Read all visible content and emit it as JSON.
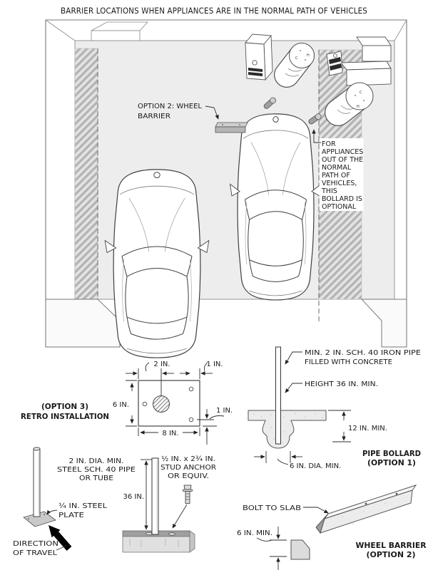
{
  "title": "BARRIER LOCATIONS WHEN APPLIANCES ARE IN THE NORMAL PATH OF VEHICLES",
  "plan": {
    "wheel_barrier_label": [
      "OPTION 2: WHEEL",
      "BARRIER"
    ],
    "bollard_note": [
      "FOR",
      "APPLIANCES",
      "OUT OF THE",
      "NORMAL",
      "PATH OF",
      "VEHICLES,",
      "THIS",
      "BOLLARD IS",
      "OPTIONAL"
    ],
    "water_heater_marks": {
      "c": "C",
      "h": "H"
    }
  },
  "option3_detail": {
    "label": [
      "(OPTION 3)",
      "RETRO INSTALLATION"
    ],
    "dim_top": "2 IN.",
    "dim_top_right": "1 IN.",
    "dim_left": "6 IN.",
    "dim_right": "1 IN.",
    "dim_bottom": "8 IN."
  },
  "option1_detail": {
    "pipe_note": [
      "MIN. 2 IN. SCH. 40 IRON PIPE",
      "FILLED WITH CONCRETE"
    ],
    "height_note": "HEIGHT 36 IN. MIN.",
    "dim_depth": "12 IN. MIN.",
    "dim_dia": "6 IN. DIA. MIN.",
    "label": [
      "PIPE BOLLARD",
      "(OPTION 1)"
    ]
  },
  "retro_elevation": {
    "pipe_note": [
      "2 IN. DIA. MIN.",
      "STEEL SCH. 40 PIPE",
      "OR TUBE"
    ],
    "dim_height": "36 IN.",
    "anchor_note": [
      "½ IN. x 2¾ IN.",
      "STUD ANCHOR",
      "OR EQUIV."
    ],
    "plate_note": [
      "¼ IN. STEEL",
      "PLATE"
    ],
    "direction_label": [
      "DIRECTION",
      "OF TRAVEL"
    ]
  },
  "option2_detail": {
    "bolt_note": "BOLT TO SLAB",
    "dim_height": "6 IN. MIN.",
    "label": [
      "WHEEL BARRIER",
      "(OPTION 2)"
    ]
  }
}
